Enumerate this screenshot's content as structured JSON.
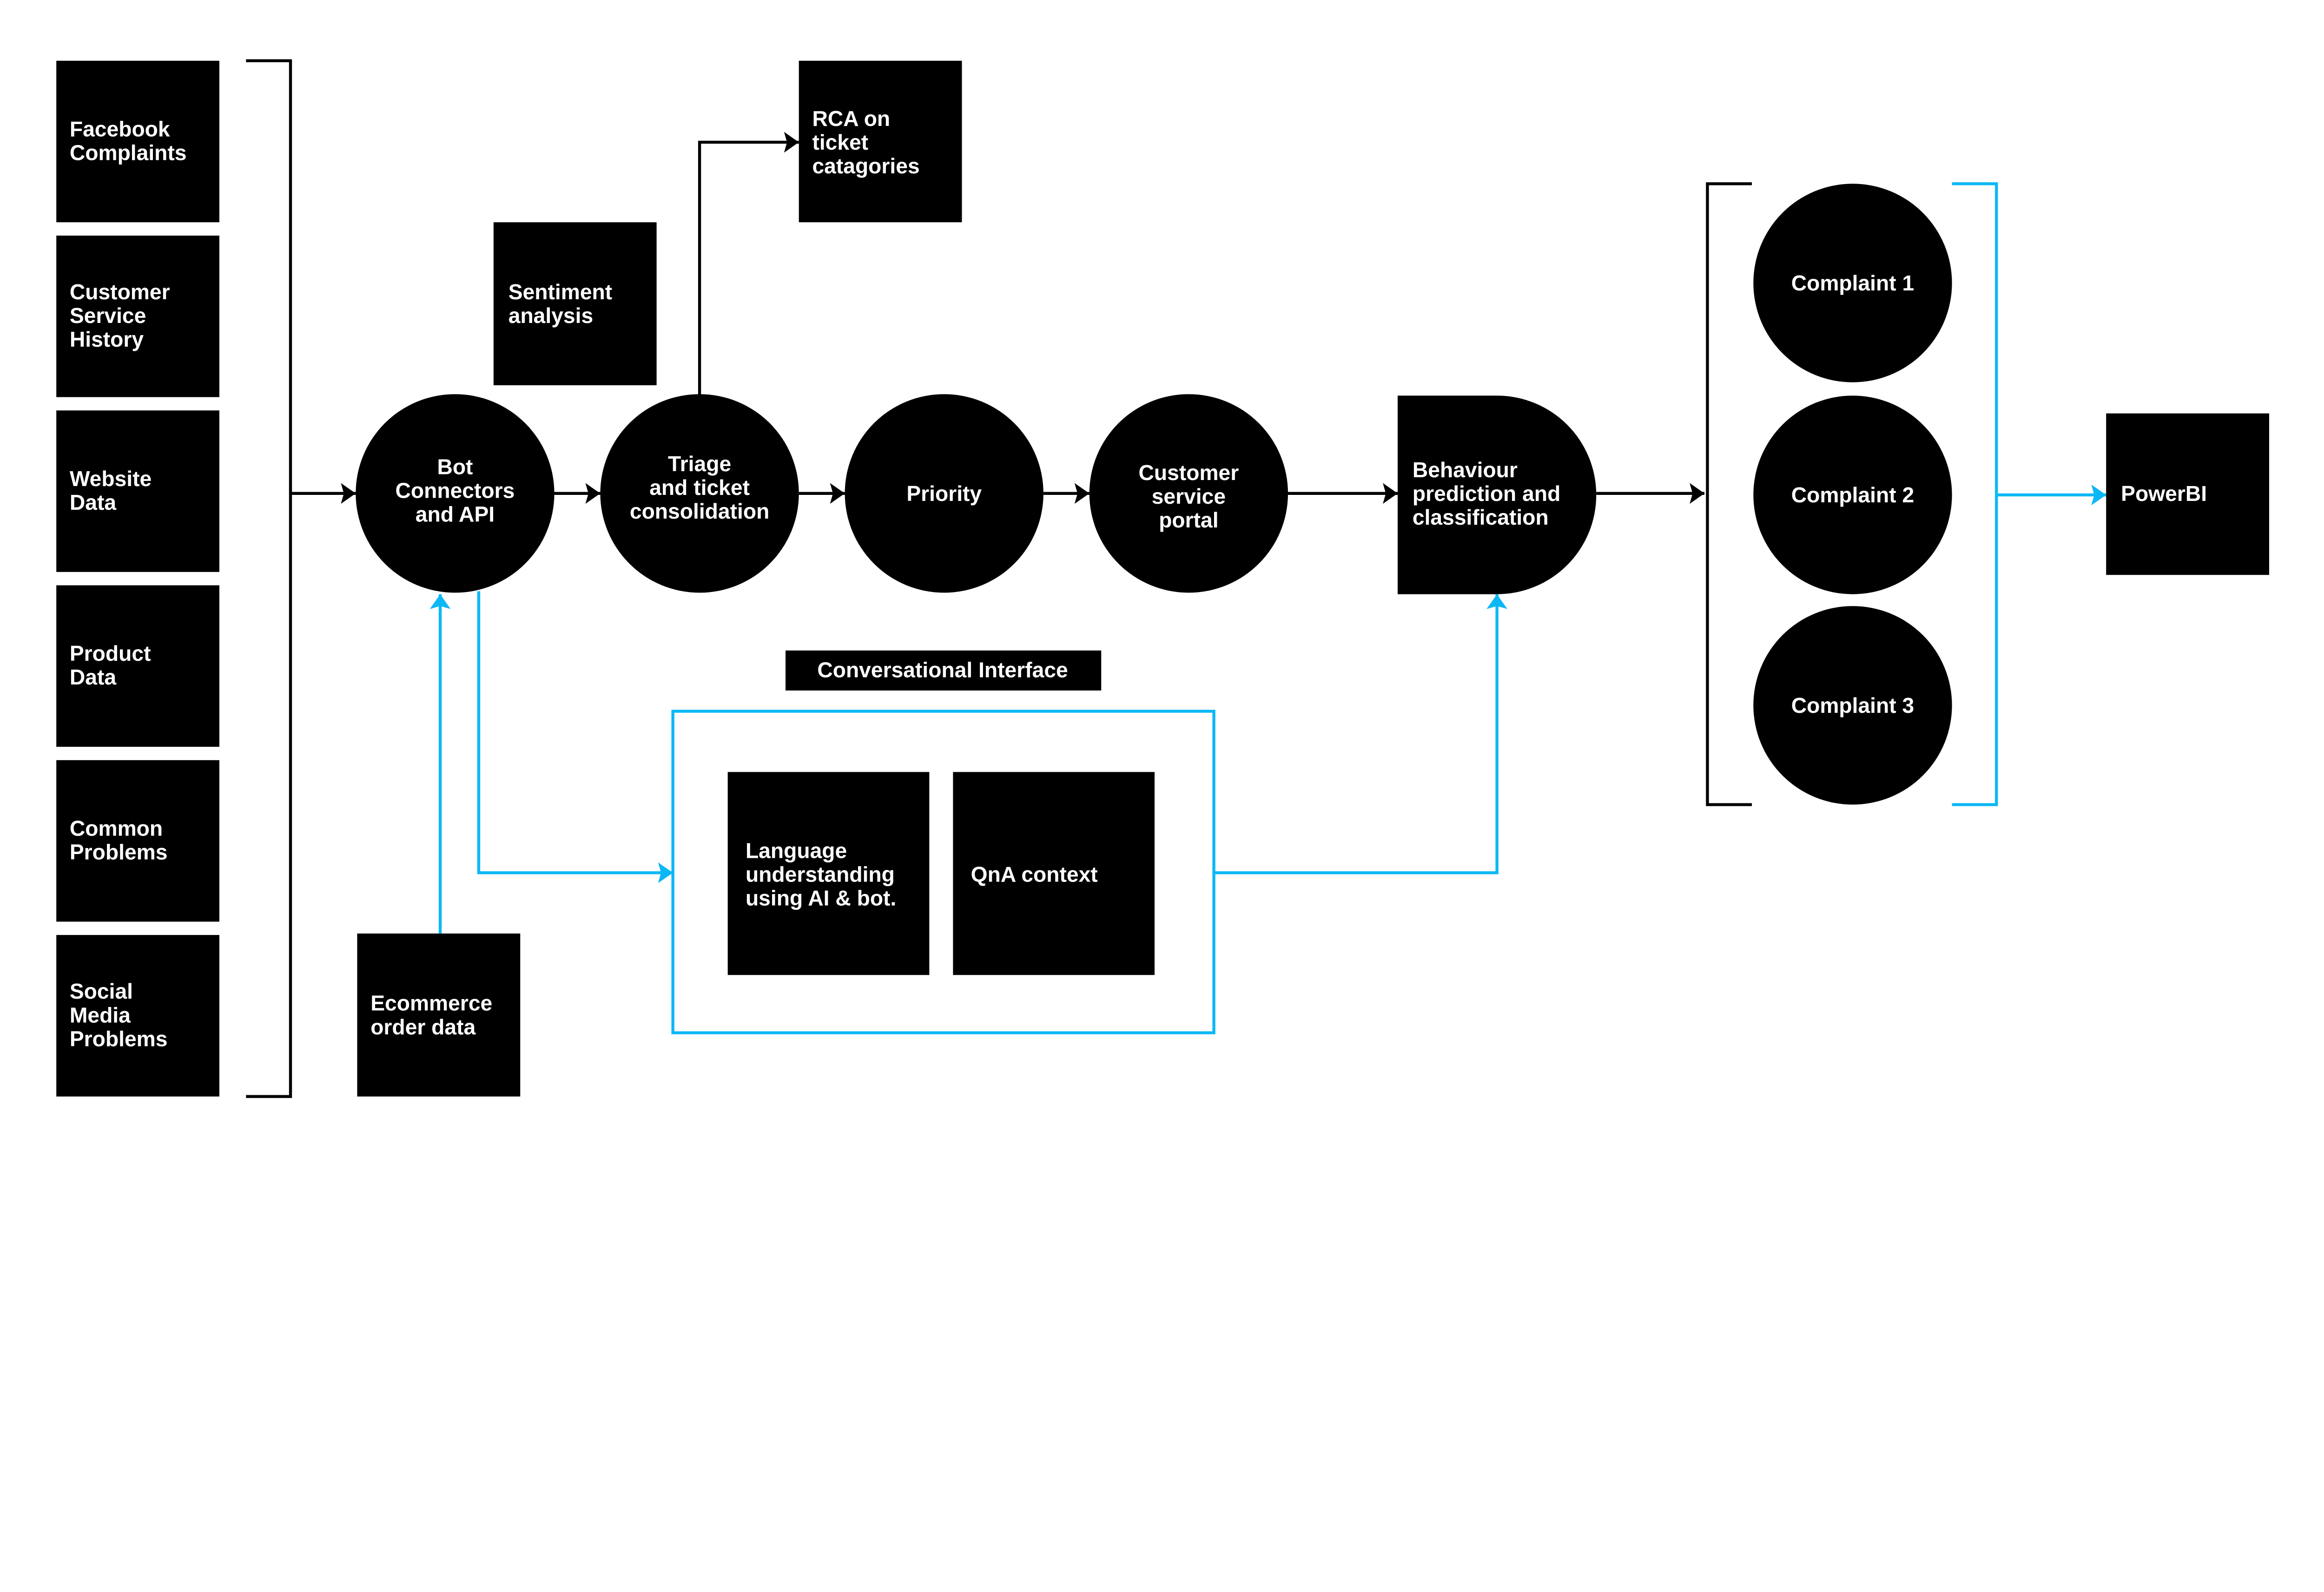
{
  "colors": {
    "node": "#000000",
    "accent": "#0bb8f5",
    "background": "#ffffff"
  },
  "sources": [
    {
      "lines": [
        "Facebook",
        "Complaints"
      ]
    },
    {
      "lines": [
        "Customer",
        "Service",
        "History"
      ]
    },
    {
      "lines": [
        "Website",
        "Data"
      ]
    },
    {
      "lines": [
        "Product",
        "Data"
      ]
    },
    {
      "lines": [
        "Common",
        "Problems"
      ]
    },
    {
      "lines": [
        "Social",
        "Media",
        "Problems"
      ]
    }
  ],
  "sentiment": {
    "lines": [
      "Sentiment",
      "analysis"
    ]
  },
  "rca": {
    "lines": [
      "RCA on",
      "ticket",
      "catagories"
    ]
  },
  "ecommerce": {
    "lines": [
      "Ecommerce",
      "order data"
    ]
  },
  "pipeline": [
    {
      "lines": [
        "Bot",
        "Connectors",
        "and API"
      ]
    },
    {
      "lines": [
        "Triage",
        "and ticket",
        "consolidation"
      ]
    },
    {
      "lines": [
        "Priority"
      ]
    },
    {
      "lines": [
        "Customer",
        "service",
        "portal"
      ]
    }
  ],
  "behaviour": {
    "lines": [
      "Behaviour",
      "prediction and",
      "classification"
    ]
  },
  "complaints": [
    "Complaint 1",
    "Complaint 2",
    "Complaint 3"
  ],
  "powerbi": "PowerBI",
  "conversational": {
    "title": "Conversational Interface",
    "language": {
      "lines": [
        "Language",
        "understanding",
        "using AI & bot."
      ]
    },
    "qna": "QnA context"
  }
}
